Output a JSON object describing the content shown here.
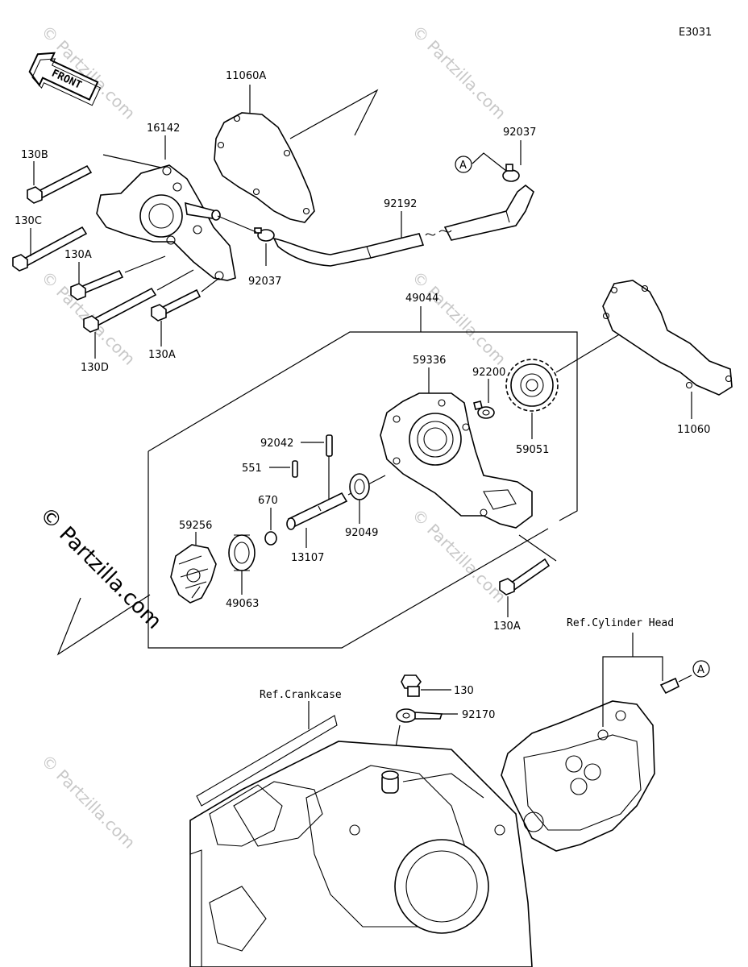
{
  "diagram_code": "E3031",
  "front_label": "FRONT",
  "watermark": "© Partzilla.com",
  "refs": {
    "cylinder_head": "Ref.Cylinder Head",
    "crankcase": "Ref.Crankcase",
    "circle_a": "A"
  },
  "parts": {
    "p11060A": "11060A",
    "p16142": "16142",
    "p130B": "130B",
    "p130C": "130C",
    "p130A_1": "130A",
    "p130D": "130D",
    "p130A_2": "130A",
    "p92037_top": "92037",
    "p92037_left": "92037",
    "p92192": "92192",
    "p49044": "49044",
    "p59336": "59336",
    "p92200": "92200",
    "p11060": "11060",
    "p59051": "59051",
    "p92042": "92042",
    "p551": "551",
    "p670": "670",
    "p59256": "59256",
    "p92049": "92049",
    "p13107": "13107",
    "p49063": "49063",
    "p130A_3": "130A",
    "p130": "130",
    "p92170": "92170"
  }
}
